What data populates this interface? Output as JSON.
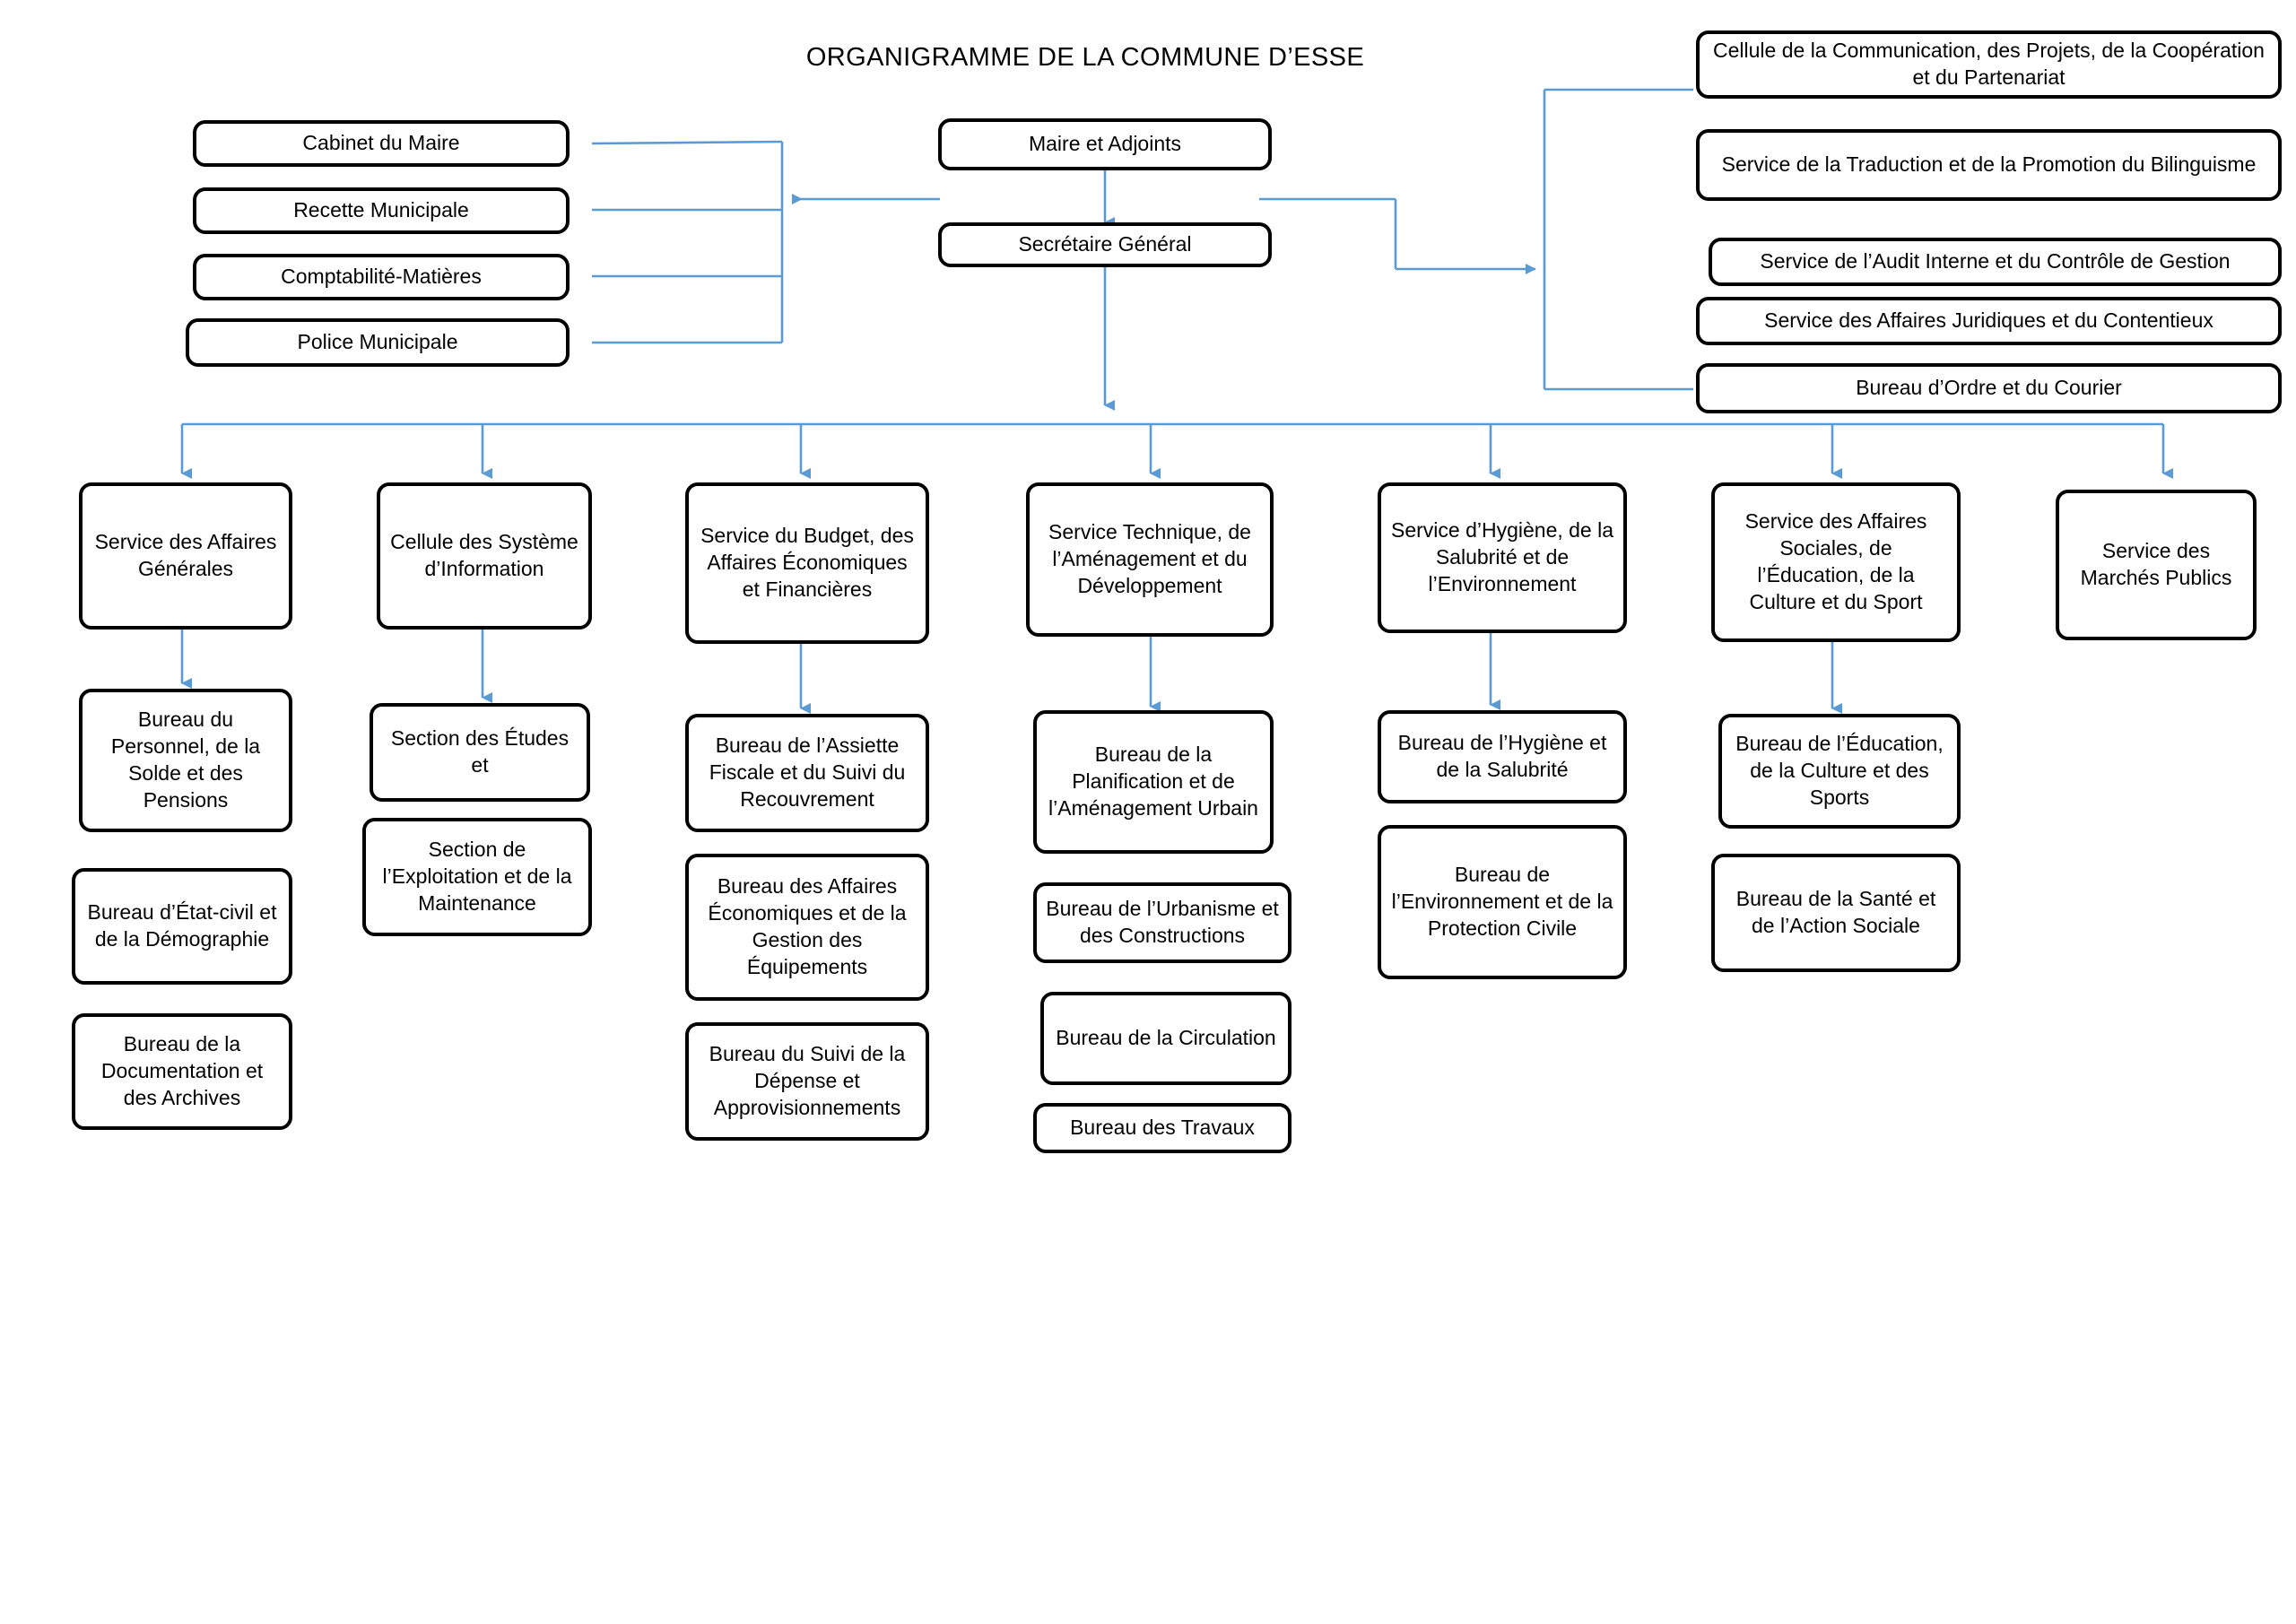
{
  "title": "ORGANIGRAMME DE LA COMMUNE D’ESSE",
  "colors": {
    "node_border": "#000000",
    "node_fill": "#ffffff",
    "connector": "#5b9bd5",
    "text": "#000000"
  },
  "top": {
    "maire": "Maire et Adjoints",
    "secretaire": "Secrétaire Général"
  },
  "left_units": [
    {
      "label": "Cabinet du Maire"
    },
    {
      "label": "Recette Municipale"
    },
    {
      "label": "Comptabilité-Matières"
    },
    {
      "label": "Police Municipale"
    }
  ],
  "right_units": [
    {
      "label": "Cellule de la Communication, des Projets, de la Coopération et du Partenariat"
    },
    {
      "label": "Service de la Traduction et de la Promotion du Bilinguisme"
    },
    {
      "label": "Service de l’Audit Interne et du Contrôle de Gestion"
    },
    {
      "label": "Service des Affaires Juridiques et du Contentieux"
    },
    {
      "label": "Bureau d’Ordre et du Courier"
    }
  ],
  "departments": [
    {
      "name": "Service des Affaires Générales",
      "children": [
        "Bureau du Personnel, de la Solde et des Pensions",
        "Bureau d’État-civil et de  la Démographie",
        "Bureau de la Documentation et des Archives"
      ]
    },
    {
      "name": "Cellule des Système d’Information",
      "children": [
        "Section des Études et",
        "Section de l’Exploitation et de la Maintenance"
      ]
    },
    {
      "name": "Service du Budget, des Affaires Économiques et Financières",
      "children": [
        "Bureau de l’Assiette Fiscale et du Suivi du Recouvrement",
        "Bureau des Affaires Économiques et de la Gestion des Équipements",
        "Bureau du Suivi de la Dépense et Approvisionnements"
      ]
    },
    {
      "name": "Service Technique, de l’Aménagement et du Développement",
      "children": [
        "Bureau de la Planification et de l’Aménagement Urbain",
        "Bureau de l’Urbanisme et des Constructions",
        "Bureau de la Circulation",
        "Bureau des Travaux"
      ]
    },
    {
      "name": "Service d’Hygiène, de la Salubrité et de l’Environnement",
      "children": [
        "Bureau de l’Hygiène et de la Salubrité",
        "Bureau de l’Environnement et de la Protection Civile"
      ]
    },
    {
      "name": "Service des Affaires Sociales, de l’Éducation, de la Culture et du Sport",
      "children": [
        "Bureau de l’Éducation, de la Culture et des Sports",
        "Bureau de la Santé et de l’Action Sociale"
      ]
    },
    {
      "name": "Service des Marchés Publics",
      "children": []
    }
  ]
}
